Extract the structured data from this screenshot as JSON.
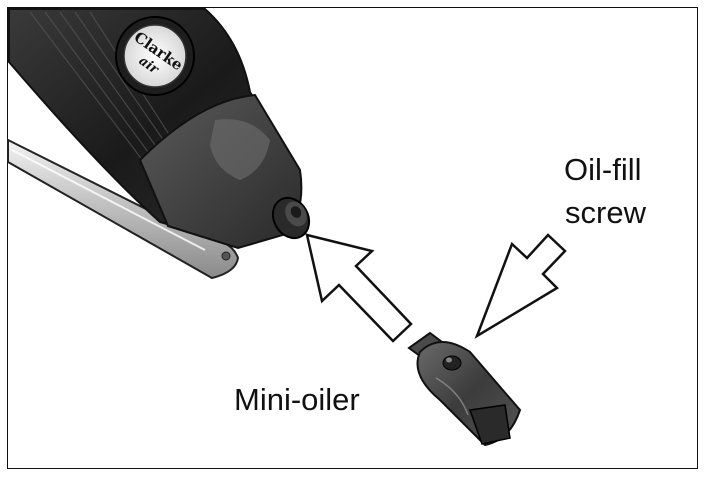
{
  "figure": {
    "labels": {
      "oil_fill_line1": "Oil-fill",
      "oil_fill_line2": "screw",
      "mini_oiler": "Mini-oiler"
    },
    "logo_text": [
      "Clarke",
      "air"
    ]
  }
}
